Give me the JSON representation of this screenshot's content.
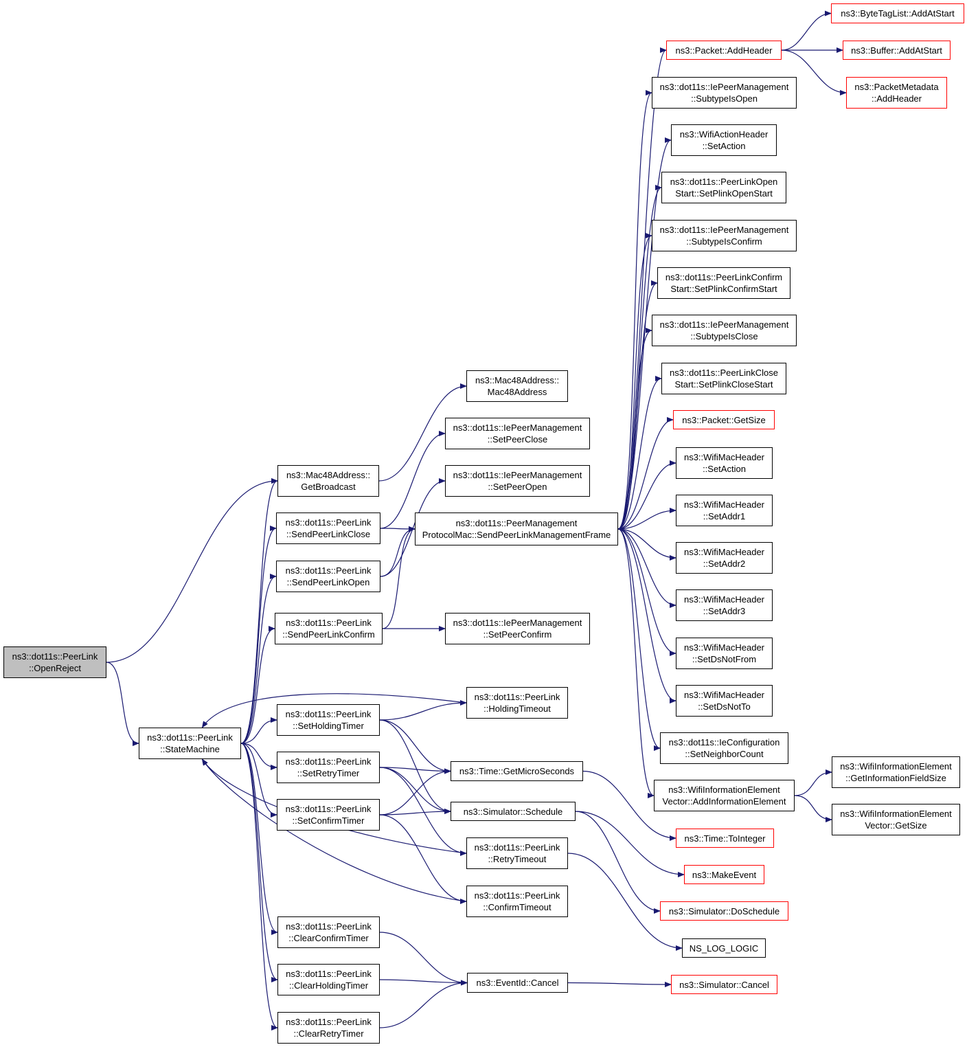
{
  "colors": {
    "edge": "#191970",
    "node_border": "#000000",
    "external_border": "#ff0000",
    "root_fill": "#bfbfbf",
    "node_fill": "#ffffff"
  },
  "nodes": {
    "openreject": {
      "lines": [
        "ns3::dot11s::PeerLink",
        "::OpenReject"
      ],
      "root": true
    },
    "statemachine": {
      "lines": [
        "ns3::dot11s::PeerLink",
        "::StateMachine"
      ]
    },
    "getbroadcast": {
      "lines": [
        "ns3::Mac48Address::",
        "GetBroadcast"
      ]
    },
    "sendpeerlinkclose": {
      "lines": [
        "ns3::dot11s::PeerLink",
        "::SendPeerLinkClose"
      ]
    },
    "sendpeerlinkopen": {
      "lines": [
        "ns3::dot11s::PeerLink",
        "::SendPeerLinkOpen"
      ]
    },
    "sendpeerlinkconfirm": {
      "lines": [
        "ns3::dot11s::PeerLink",
        "::SendPeerLinkConfirm"
      ]
    },
    "setholdingtimer": {
      "lines": [
        "ns3::dot11s::PeerLink",
        "::SetHoldingTimer"
      ]
    },
    "setretrytimer": {
      "lines": [
        "ns3::dot11s::PeerLink",
        "::SetRetryTimer"
      ]
    },
    "setconfirmtimer": {
      "lines": [
        "ns3::dot11s::PeerLink",
        "::SetConfirmTimer"
      ]
    },
    "clearconfirmtimer": {
      "lines": [
        "ns3::dot11s::PeerLink",
        "::ClearConfirmTimer"
      ]
    },
    "clearholdingtimer": {
      "lines": [
        "ns3::dot11s::PeerLink",
        "::ClearHoldingTimer"
      ]
    },
    "clearretrytimer": {
      "lines": [
        "ns3::dot11s::PeerLink",
        "::ClearRetryTimer"
      ]
    },
    "mac48address": {
      "lines": [
        "ns3::Mac48Address::",
        "Mac48Address"
      ]
    },
    "setpeerclose": {
      "lines": [
        "ns3::dot11s::IePeerManagement",
        "::SetPeerClose"
      ]
    },
    "setpeeropen": {
      "lines": [
        "ns3::dot11s::IePeerManagement",
        "::SetPeerOpen"
      ]
    },
    "sendpeerlinkmgmt": {
      "lines": [
        "ns3::dot11s::PeerManagement",
        "ProtocolMac::SendPeerLinkManagementFrame"
      ]
    },
    "setpeerconfirm": {
      "lines": [
        "ns3::dot11s::IePeerManagement",
        "::SetPeerConfirm"
      ]
    },
    "holdingtimeout": {
      "lines": [
        "ns3::dot11s::PeerLink",
        "::HoldingTimeout"
      ]
    },
    "getmicroseconds": {
      "lines": [
        "ns3::Time::GetMicroSeconds"
      ]
    },
    "schedule": {
      "lines": [
        "ns3::Simulator::Schedule"
      ]
    },
    "retrytimeout": {
      "lines": [
        "ns3::dot11s::PeerLink",
        "::RetryTimeout"
      ]
    },
    "confirmtimeout": {
      "lines": [
        "ns3::dot11s::PeerLink",
        "::ConfirmTimeout"
      ]
    },
    "eventcancel": {
      "lines": [
        "ns3::EventId::Cancel"
      ]
    },
    "addheader": {
      "lines": [
        "ns3::Packet::AddHeader"
      ],
      "external": true
    },
    "subtypeisopen": {
      "lines": [
        "ns3::dot11s::IePeerManagement",
        "::SubtypeIsOpen"
      ]
    },
    "wifiactionsetaction": {
      "lines": [
        "ns3::WifiActionHeader",
        "::SetAction"
      ]
    },
    "setplinkopenstart": {
      "lines": [
        "ns3::dot11s::PeerLinkOpen",
        "Start::SetPlinkOpenStart"
      ]
    },
    "subtypeisconfirm": {
      "lines": [
        "ns3::dot11s::IePeerManagement",
        "::SubtypeIsConfirm"
      ]
    },
    "setplinkconfirmstart": {
      "lines": [
        "ns3::dot11s::PeerLinkConfirm",
        "Start::SetPlinkConfirmStart"
      ]
    },
    "subtypeisclose": {
      "lines": [
        "ns3::dot11s::IePeerManagement",
        "::SubtypeIsClose"
      ]
    },
    "setplinkclosestart": {
      "lines": [
        "ns3::dot11s::PeerLinkClose",
        "Start::SetPlinkCloseStart"
      ]
    },
    "packetgetsize": {
      "lines": [
        "ns3::Packet::GetSize"
      ],
      "external": true
    },
    "macsetaction": {
      "lines": [
        "ns3::WifiMacHeader",
        "::SetAction"
      ]
    },
    "setaddr1": {
      "lines": [
        "ns3::WifiMacHeader",
        "::SetAddr1"
      ]
    },
    "setaddr2": {
      "lines": [
        "ns3::WifiMacHeader",
        "::SetAddr2"
      ]
    },
    "setaddr3": {
      "lines": [
        "ns3::WifiMacHeader",
        "::SetAddr3"
      ]
    },
    "setdsnotfrom": {
      "lines": [
        "ns3::WifiMacHeader",
        "::SetDsNotFrom"
      ]
    },
    "setdsnotto": {
      "lines": [
        "ns3::WifiMacHeader",
        "::SetDsNotTo"
      ]
    },
    "setneighborcount": {
      "lines": [
        "ns3::dot11s::IeConfiguration",
        "::SetNeighborCount"
      ]
    },
    "addinfoelement": {
      "lines": [
        "ns3::WifiInformationElement",
        "Vector::AddInformationElement"
      ]
    },
    "toInteger": {
      "lines": [
        "ns3::Time::ToInteger"
      ],
      "external": true
    },
    "makeevent": {
      "lines": [
        "ns3::MakeEvent"
      ],
      "external": true
    },
    "doschedule": {
      "lines": [
        "ns3::Simulator::DoSchedule"
      ],
      "external": true
    },
    "nsloglogic": {
      "lines": [
        "NS_LOG_LOGIC"
      ]
    },
    "simcancel": {
      "lines": [
        "ns3::Simulator::Cancel"
      ],
      "external": true
    },
    "bytetagaddatstart": {
      "lines": [
        "ns3::ByteTagList::AddAtStart"
      ],
      "external": true
    },
    "bufferaddatstart": {
      "lines": [
        "ns3::Buffer::AddAtStart"
      ],
      "external": true
    },
    "metadataaddheader": {
      "lines": [
        "ns3::PacketMetadata",
        "::AddHeader"
      ],
      "external": true
    },
    "getinfofieldsize": {
      "lines": [
        "ns3::WifiInformationElement",
        "::GetInformationFieldSize"
      ]
    },
    "vectorgetsize": {
      "lines": [
        "ns3::WifiInformationElement",
        "Vector::GetSize"
      ]
    }
  },
  "edges": [
    [
      "openreject",
      "getbroadcast"
    ],
    [
      "openreject",
      "statemachine"
    ],
    [
      "getbroadcast",
      "mac48address"
    ],
    [
      "statemachine",
      "getbroadcast"
    ],
    [
      "statemachine",
      "sendpeerlinkclose"
    ],
    [
      "statemachine",
      "sendpeerlinkopen"
    ],
    [
      "statemachine",
      "sendpeerlinkconfirm"
    ],
    [
      "statemachine",
      "setholdingtimer"
    ],
    [
      "statemachine",
      "setretrytimer"
    ],
    [
      "statemachine",
      "setconfirmtimer"
    ],
    [
      "statemachine",
      "clearconfirmtimer"
    ],
    [
      "statemachine",
      "clearholdingtimer"
    ],
    [
      "statemachine",
      "clearretrytimer"
    ],
    [
      "holdingtimeout",
      "statemachine"
    ],
    [
      "retrytimeout",
      "statemachine"
    ],
    [
      "confirmtimeout",
      "statemachine"
    ],
    [
      "sendpeerlinkclose",
      "setpeerclose"
    ],
    [
      "sendpeerlinkclose",
      "sendpeerlinkmgmt"
    ],
    [
      "sendpeerlinkopen",
      "setpeeropen"
    ],
    [
      "sendpeerlinkopen",
      "sendpeerlinkmgmt"
    ],
    [
      "sendpeerlinkconfirm",
      "sendpeerlinkmgmt"
    ],
    [
      "sendpeerlinkconfirm",
      "setpeerconfirm"
    ],
    [
      "setholdingtimer",
      "holdingtimeout"
    ],
    [
      "setholdingtimer",
      "getmicroseconds"
    ],
    [
      "setholdingtimer",
      "schedule"
    ],
    [
      "setretrytimer",
      "getmicroseconds"
    ],
    [
      "setretrytimer",
      "schedule"
    ],
    [
      "setretrytimer",
      "retrytimeout"
    ],
    [
      "setconfirmtimer",
      "getmicroseconds"
    ],
    [
      "setconfirmtimer",
      "schedule"
    ],
    [
      "setconfirmtimer",
      "confirmtimeout"
    ],
    [
      "clearconfirmtimer",
      "eventcancel"
    ],
    [
      "clearholdingtimer",
      "eventcancel"
    ],
    [
      "clearretrytimer",
      "eventcancel"
    ],
    [
      "sendpeerlinkmgmt",
      "addheader"
    ],
    [
      "sendpeerlinkmgmt",
      "subtypeisopen"
    ],
    [
      "sendpeerlinkmgmt",
      "wifiactionsetaction"
    ],
    [
      "sendpeerlinkmgmt",
      "setplinkopenstart"
    ],
    [
      "sendpeerlinkmgmt",
      "subtypeisconfirm"
    ],
    [
      "sendpeerlinkmgmt",
      "setplinkconfirmstart"
    ],
    [
      "sendpeerlinkmgmt",
      "subtypeisclose"
    ],
    [
      "sendpeerlinkmgmt",
      "setplinkclosestart"
    ],
    [
      "sendpeerlinkmgmt",
      "packetgetsize"
    ],
    [
      "sendpeerlinkmgmt",
      "macsetaction"
    ],
    [
      "sendpeerlinkmgmt",
      "setaddr1"
    ],
    [
      "sendpeerlinkmgmt",
      "setaddr2"
    ],
    [
      "sendpeerlinkmgmt",
      "setaddr3"
    ],
    [
      "sendpeerlinkmgmt",
      "setdsnotfrom"
    ],
    [
      "sendpeerlinkmgmt",
      "setdsnotto"
    ],
    [
      "sendpeerlinkmgmt",
      "setneighborcount"
    ],
    [
      "sendpeerlinkmgmt",
      "addinfoelement"
    ],
    [
      "getmicroseconds",
      "toInteger"
    ],
    [
      "schedule",
      "makeevent"
    ],
    [
      "schedule",
      "doschedule"
    ],
    [
      "retrytimeout",
      "nsloglogic"
    ],
    [
      "eventcancel",
      "simcancel"
    ],
    [
      "addheader",
      "bytetagaddatstart"
    ],
    [
      "addheader",
      "bufferaddatstart"
    ],
    [
      "addheader",
      "metadataaddheader"
    ],
    [
      "addinfoelement",
      "getinfofieldsize"
    ],
    [
      "addinfoelement",
      "vectorgetsize"
    ]
  ]
}
